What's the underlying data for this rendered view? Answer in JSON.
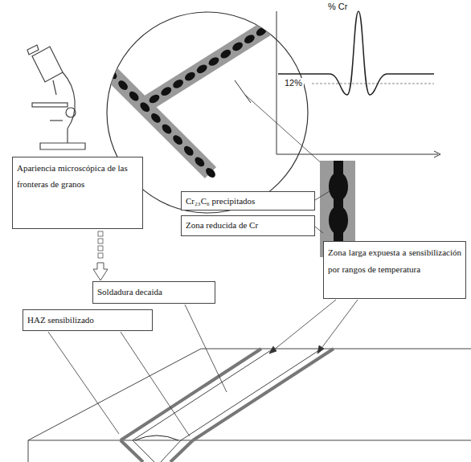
{
  "diagram": {
    "nodes": [
      {
        "text": [
          "Apariencia microscópica de las fronteras de granos"
        ]
      },
      {
        "text": [
          "Cr₂₃C₆ precipitados"
        ]
      },
      {
        "text": [
          "Zona reducida de Cr"
        ]
      },
      {
        "text": [
          "Zona larga expuesta a sensibilización por rangos de temperatura"
        ]
      },
      {
        "text": [
          "Soldadura decaida"
        ]
      },
      {
        "text": [
          "HAZ sensibilizado"
        ]
      }
    ],
    "edges": [
      {
        "from": 0,
        "to": 4,
        "arrow": "to"
      }
    ],
    "labels": [
      "% Cr",
      "12%"
    ]
  }
}
